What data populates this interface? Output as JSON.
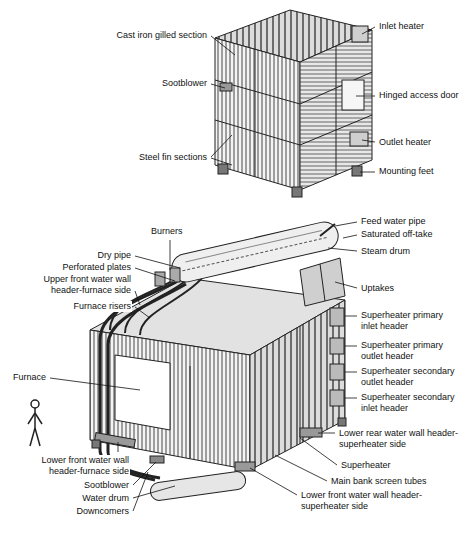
{
  "diagram": {
    "labels": [
      "Cast iron gilled section",
      "Inlet heater",
      "Sootblower",
      "Hinged access door",
      "Steel fin sections",
      "Outlet heater",
      "Mounting feet",
      "Feed water pipe",
      "Saturated off-take",
      "Burners",
      "Steam drum",
      "Dry pipe",
      "Perforated plates",
      "Upper front water wall header-furnace side",
      "Uptakes",
      "Furnace risers",
      "Superheater primary inlet header",
      "Superheater primary outlet header",
      "Superheater secondary outlet header",
      "Superheater secondary inlet header",
      "Furnace",
      "Lower rear water wall header-superheater side",
      "Lower front water wall header-furnace side",
      "Sootblower",
      "Water drum",
      "Superheater",
      "Downcomers",
      "Main bank screen tubes",
      "Lower front water wall header-superheater side"
    ]
  }
}
